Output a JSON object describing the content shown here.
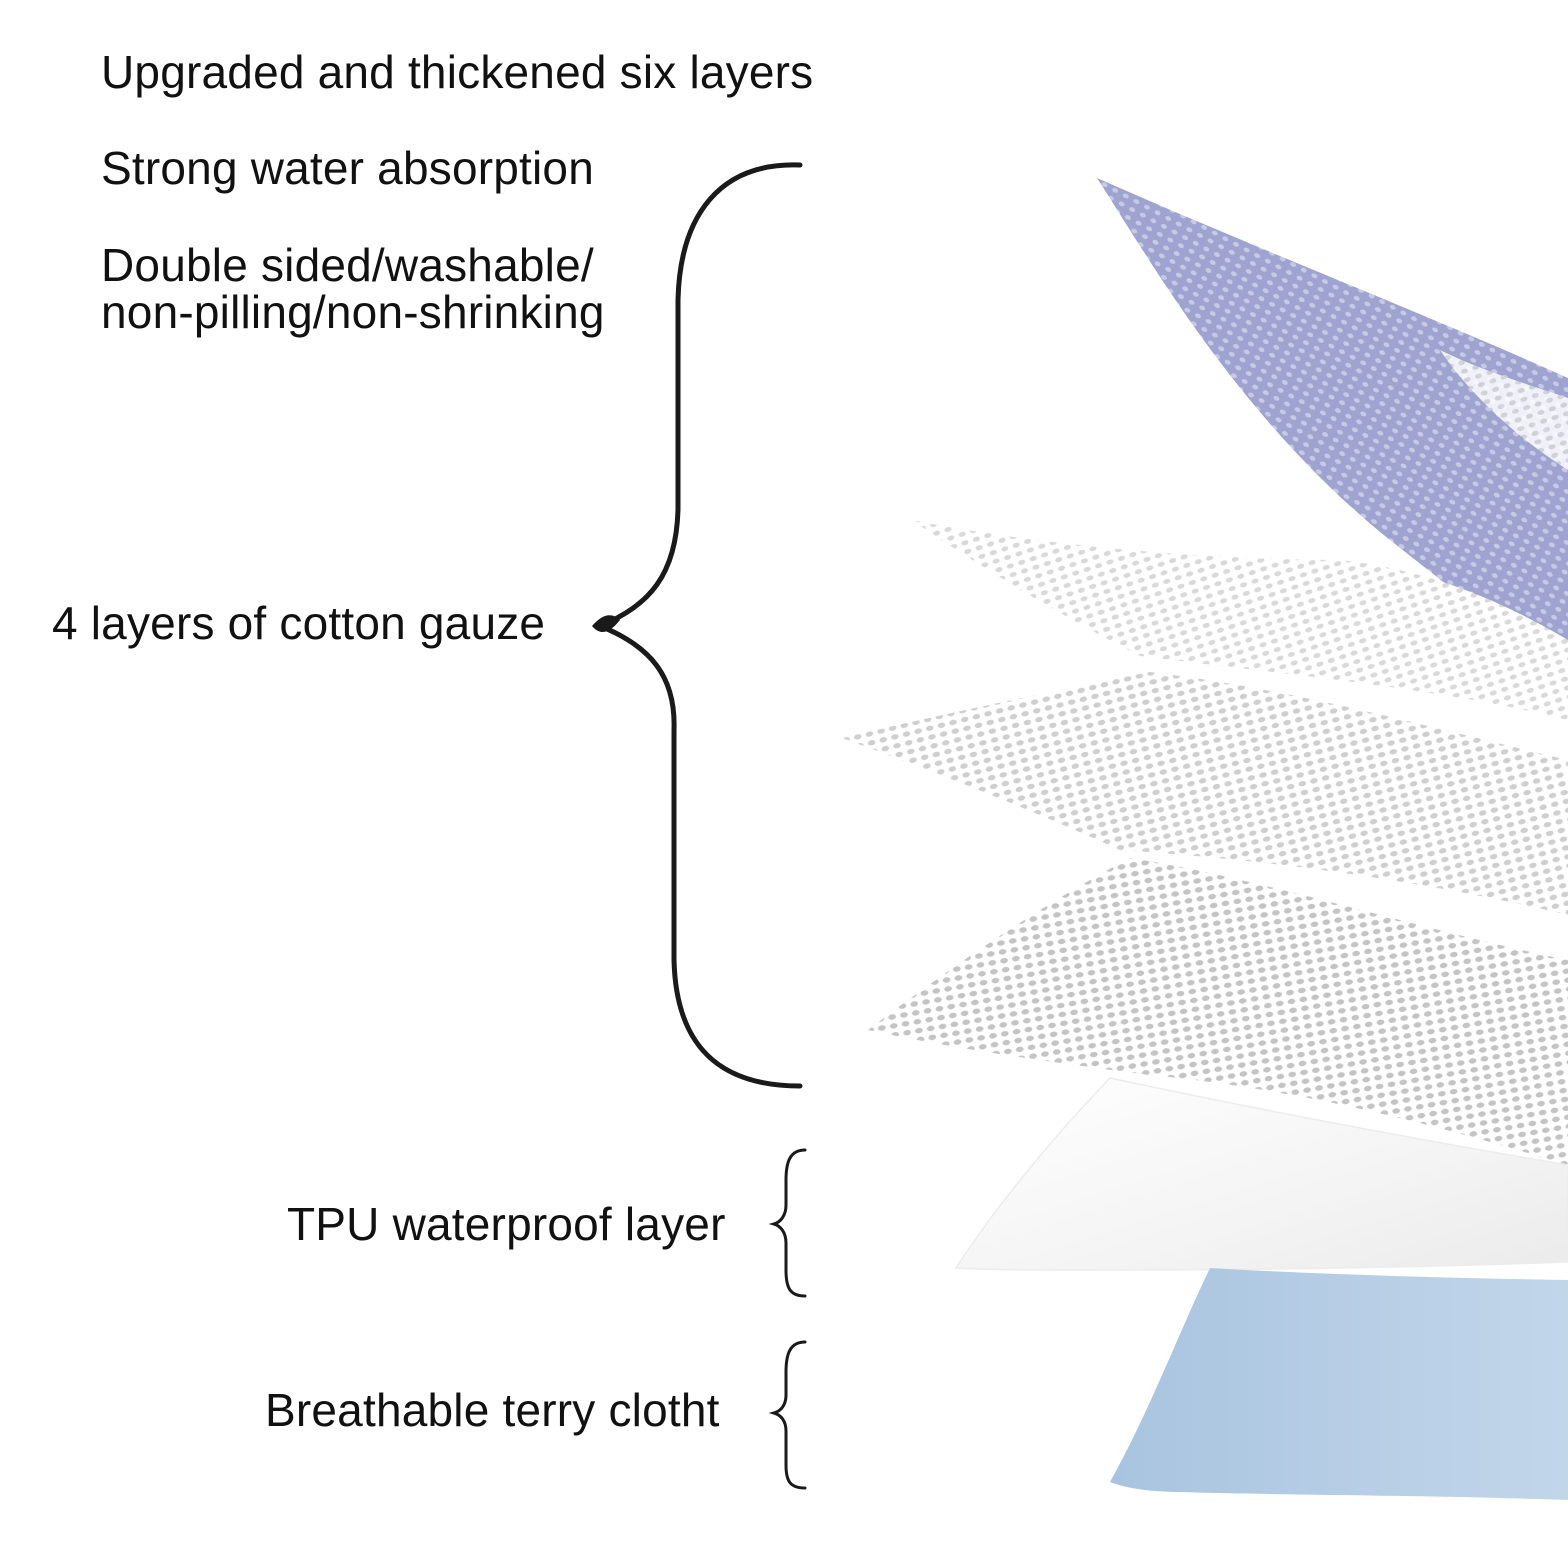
{
  "features": {
    "line1": "Upgraded and thickened six layers",
    "line2": "Strong water absorption",
    "line3": "Double sided/washable/",
    "line4": "non-pilling/non-shrinking"
  },
  "layers": {
    "gauze_label": "4 layers of cotton gauze",
    "tpu_label": "TPU waterproof layer",
    "terry_label": "Breathable terry clotht"
  },
  "colors": {
    "text": "#111111",
    "top_fabric": "#9ea3cf",
    "gauze_fabric": "#e6e6e6",
    "tpu_fabric": "#f7f7f7",
    "terry_fabric": "#b5cde3",
    "brace": "#1a1a1a"
  }
}
